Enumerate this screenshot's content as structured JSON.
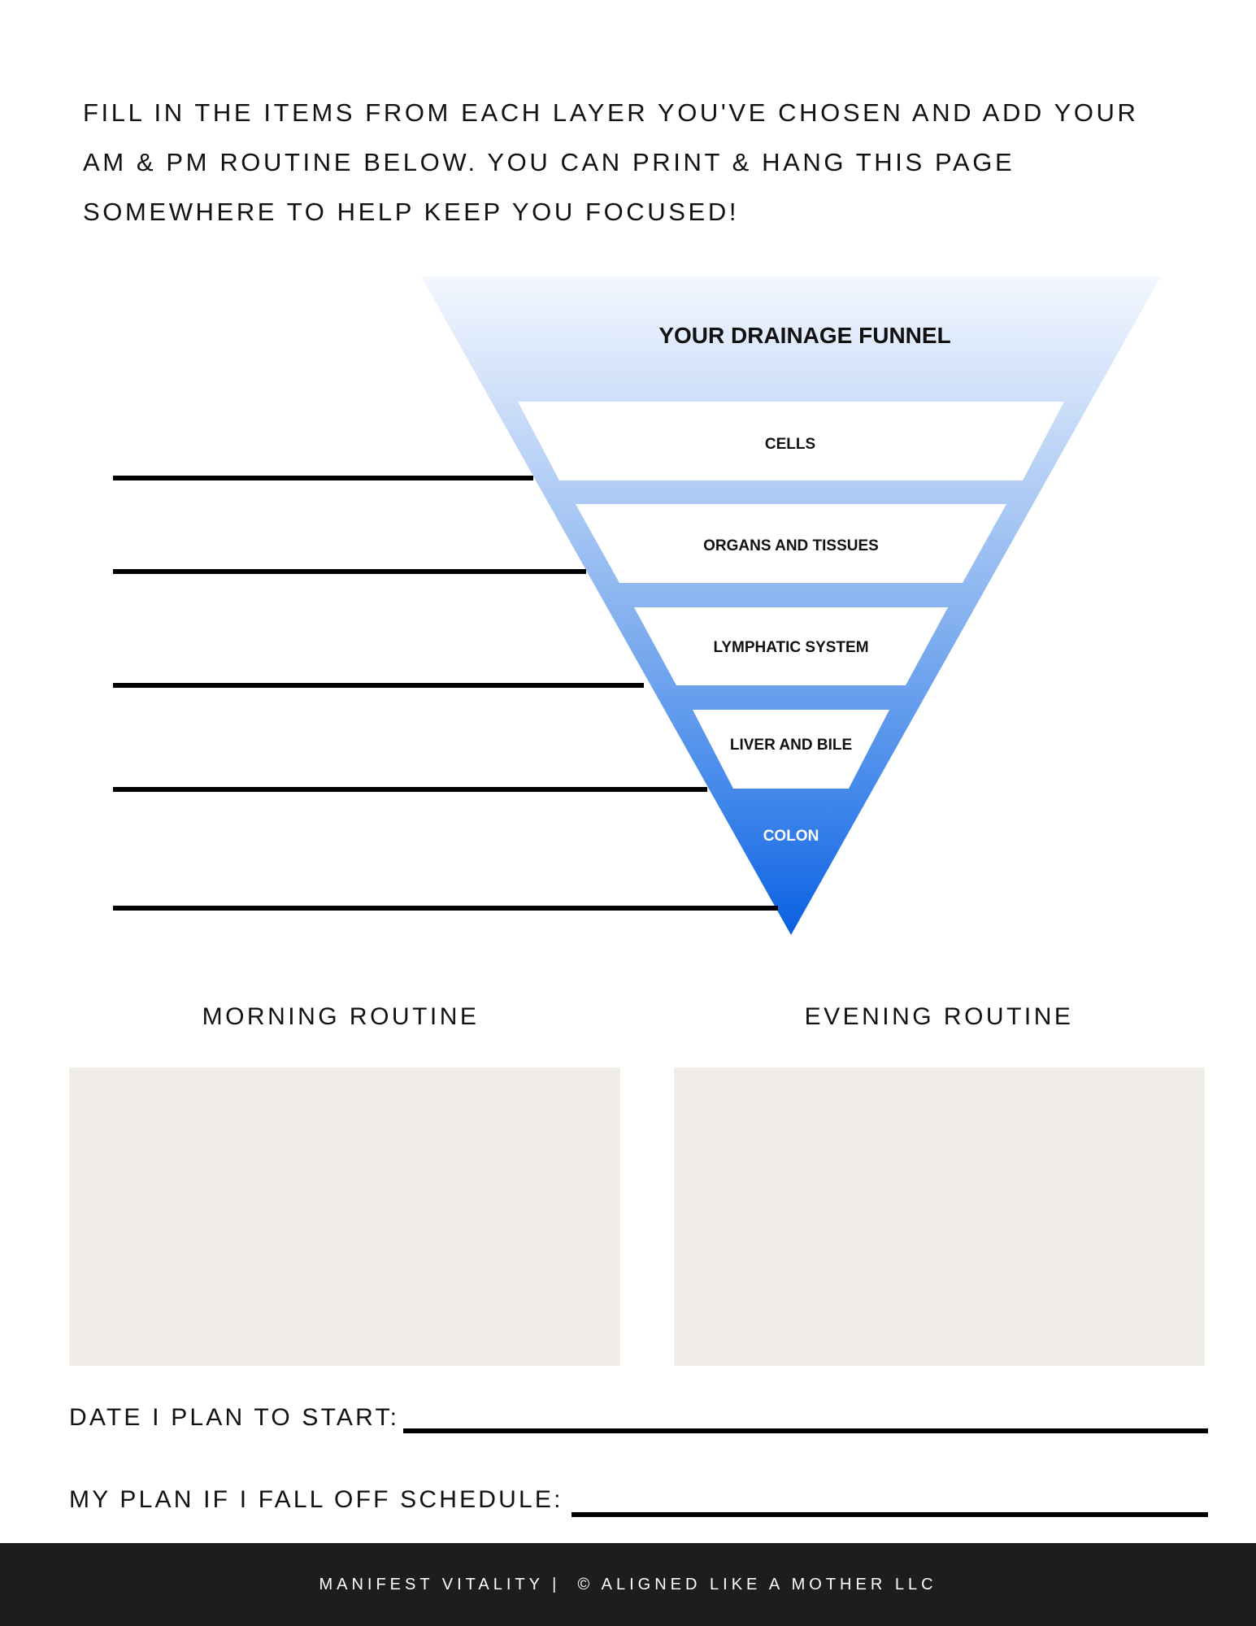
{
  "instructions": "FILL IN THE ITEMS FROM EACH LAYER YOU'VE CHOSEN AND ADD YOUR AM & PM ROUTINE BELOW. YOU CAN PRINT & HANG THIS PAGE SOMEWHERE TO HELP KEEP YOU FOCUSED!",
  "funnel": {
    "title": "YOUR DRAINAGE FUNNEL",
    "layers": [
      {
        "label": "CELLS",
        "label_color": "#111111"
      },
      {
        "label": "ORGANS AND TISSUES",
        "label_color": "#111111"
      },
      {
        "label": "LYMPHATIC SYSTEM",
        "label_color": "#111111"
      },
      {
        "label": "LIVER AND BILE",
        "label_color": "#111111"
      },
      {
        "label": "COLON",
        "label_color": "#ffffff"
      }
    ],
    "colors": {
      "top": "#f3f7fe",
      "bottom": "#0a60e3"
    }
  },
  "routines": {
    "morning_label": "MORNING ROUTINE",
    "evening_label": "EVENING ROUTINE",
    "box_color": "#f1ede8"
  },
  "fields": {
    "start_date_label": "DATE I PLAN TO START:",
    "fall_off_plan_label": "MY PLAN IF I FALL OFF SCHEDULE:"
  },
  "footer": {
    "text": "MANIFEST VITALITY |  © ALIGNED LIKE A MOTHER LLC",
    "background": "#1e1d1e"
  }
}
